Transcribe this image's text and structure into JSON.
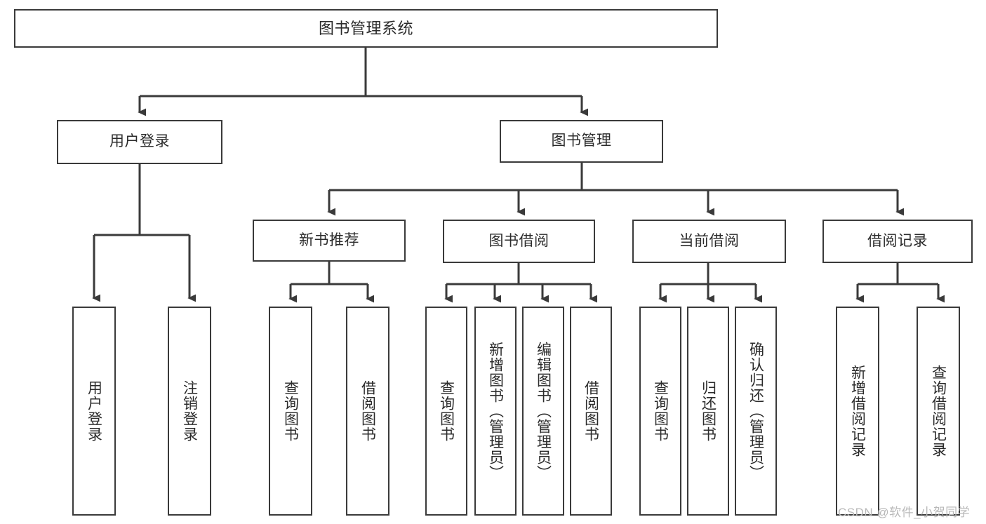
{
  "diagram": {
    "type": "tree-hierarchy",
    "title": "图书管理系统",
    "watermark": "CSDN @软件_小贺同学",
    "colors": {
      "stroke": "#3a3a3a",
      "fill": "#ffffff",
      "text": "#2b2b2b",
      "watermark": "#b9b9b9"
    },
    "nodes": {
      "root": {
        "label": "图书管理系统"
      },
      "level1": [
        {
          "id": "user-login",
          "label": "用户登录"
        },
        {
          "id": "book-manage",
          "label": "图书管理"
        }
      ],
      "level2": [
        {
          "id": "new-book-rec",
          "label": "新书推荐"
        },
        {
          "id": "book-borrow",
          "label": "图书借阅"
        },
        {
          "id": "current-borrow",
          "label": "当前借阅"
        },
        {
          "id": "borrow-record",
          "label": "借阅记录"
        }
      ],
      "leaves": {
        "user-login": [
          {
            "id": "leaf-user-login",
            "label": "用户登录"
          },
          {
            "id": "leaf-user-logout",
            "label": "注销登录"
          }
        ],
        "new-book-rec": [
          {
            "id": "leaf-query-book-1",
            "label": "查询图书"
          },
          {
            "id": "leaf-borrow-book-1",
            "label": "借阅图书"
          }
        ],
        "book-borrow": [
          {
            "id": "leaf-query-book-2",
            "label": "查询图书"
          },
          {
            "id": "leaf-add-book",
            "label": "新增图书（管理员）"
          },
          {
            "id": "leaf-edit-book",
            "label": "编辑图书（管理员）"
          },
          {
            "id": "leaf-borrow-book-2",
            "label": "借阅图书"
          }
        ],
        "current-borrow": [
          {
            "id": "leaf-query-book-3",
            "label": "查询图书"
          },
          {
            "id": "leaf-return-book",
            "label": "归还图书"
          },
          {
            "id": "leaf-confirm-return",
            "label": "确认归还（管理员）"
          }
        ],
        "borrow-record": [
          {
            "id": "leaf-add-record",
            "label": "新增借阅记录"
          },
          {
            "id": "leaf-query-record",
            "label": "查询借阅记录"
          }
        ]
      }
    }
  }
}
